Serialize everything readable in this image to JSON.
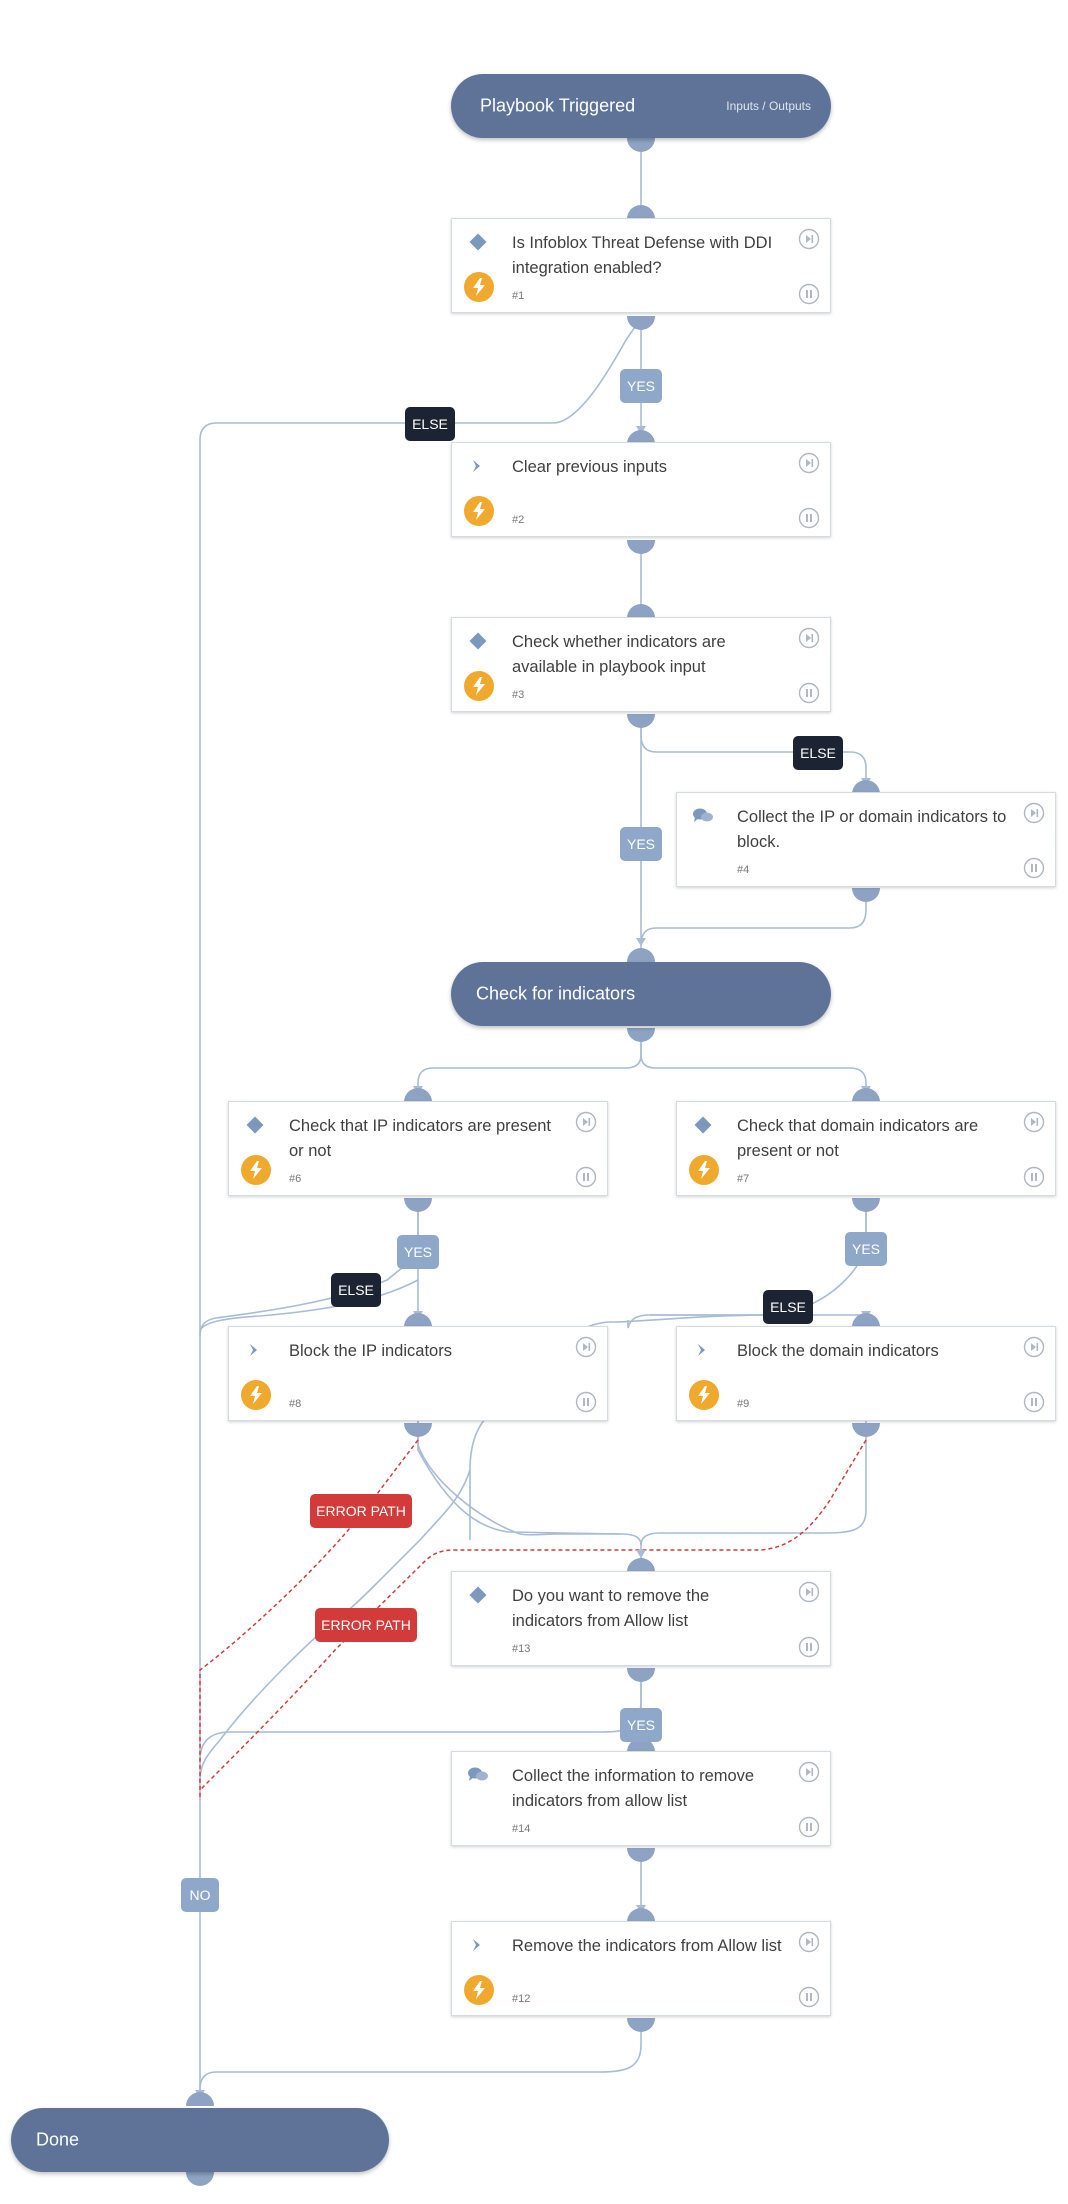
{
  "start": {
    "title": "Playbook Triggered",
    "io_link": "Inputs / Outputs"
  },
  "section": {
    "title": "Check for indicators"
  },
  "end": {
    "title": "Done"
  },
  "tasks": {
    "t1": {
      "title": "Is Infoblox Threat Defense with DDI integration enabled?",
      "number": "#1",
      "kind": "condition",
      "automated": true
    },
    "t2": {
      "title": "Clear previous inputs",
      "number": "#2",
      "kind": "command",
      "automated": true
    },
    "t3": {
      "title": "Check whether indicators are available in playbook input",
      "number": "#3",
      "kind": "condition",
      "automated": true
    },
    "t4": {
      "title": "Collect the IP or domain indicators to block.",
      "number": "#4",
      "kind": "communication",
      "automated": false
    },
    "t6": {
      "title": "Check that IP indicators are present or not",
      "number": "#6",
      "kind": "condition",
      "automated": true
    },
    "t7": {
      "title": "Check that domain indicators are present or not",
      "number": "#7",
      "kind": "condition",
      "automated": true
    },
    "t8": {
      "title": "Block the IP indicators",
      "number": "#8",
      "kind": "command",
      "automated": true
    },
    "t9": {
      "title": "Block the domain indicators",
      "number": "#9",
      "kind": "command",
      "automated": true
    },
    "t13": {
      "title": "Do you want to remove the indicators from Allow list",
      "number": "#13",
      "kind": "condition",
      "automated": false
    },
    "t14": {
      "title": "Collect the information to remove indicators from allow list",
      "number": "#14",
      "kind": "communication",
      "automated": false
    },
    "t12": {
      "title": "Remove the indicators from Allow list",
      "number": "#12",
      "kind": "command",
      "automated": true
    }
  },
  "branch_labels": {
    "yes1": "YES",
    "else1": "ELSE",
    "yes3": "YES",
    "else3": "ELSE",
    "yes6": "YES",
    "else6": "ELSE",
    "yes7": "YES",
    "else7": "ELSE",
    "err8": "ERROR PATH",
    "err9": "ERROR PATH",
    "yes13": "YES",
    "no13": "NO"
  },
  "colors": {
    "pill": "#5f7399",
    "connector": "#8ea3c3",
    "wire": "#a9bcd6",
    "yes_label": "#8fa8c9",
    "else_label": "#1c2332",
    "error": "#d33b3b",
    "bolt": "#f0a92c"
  },
  "icons": {
    "condition": "diamond-icon",
    "command": "chevron-right-icon",
    "communication": "chat-bubbles-icon",
    "automated": "lightning-bolt-icon",
    "skip": "skip-icon",
    "pause": "pause-icon"
  }
}
